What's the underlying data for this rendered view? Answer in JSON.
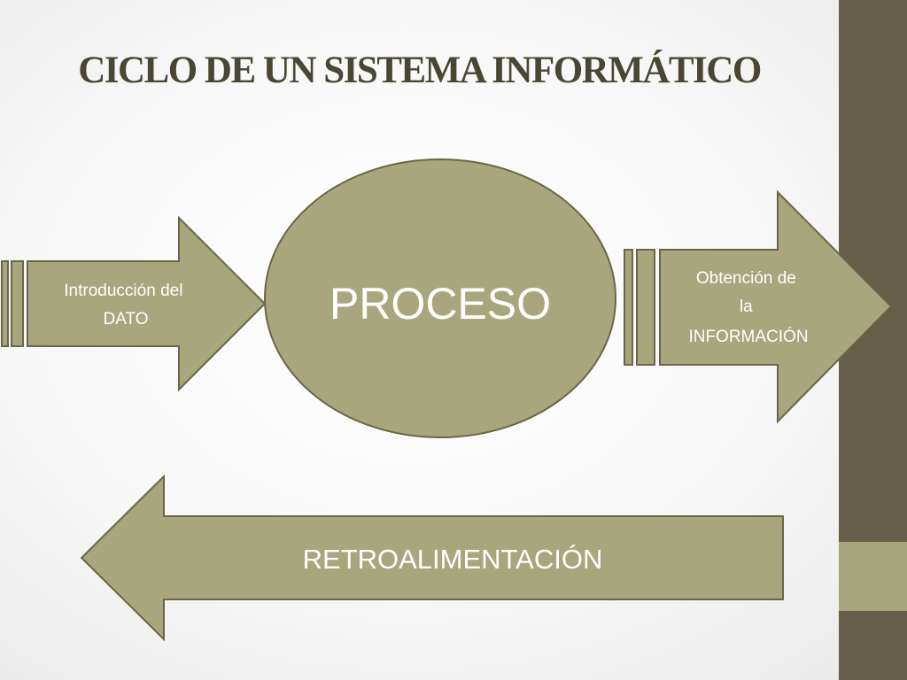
{
  "slide": {
    "title": "CICLO DE UN SISTEMA INFORMÁTICO"
  },
  "diagram": {
    "input": {
      "line1": "Introducción del",
      "line2": "DATO"
    },
    "process": {
      "label": "PROCESO"
    },
    "output": {
      "line1": "Obtención de",
      "line2": "la",
      "line3": "INFORMACIÓN"
    },
    "feedback": {
      "label": "RETROALIMENTACIÓN"
    }
  }
}
